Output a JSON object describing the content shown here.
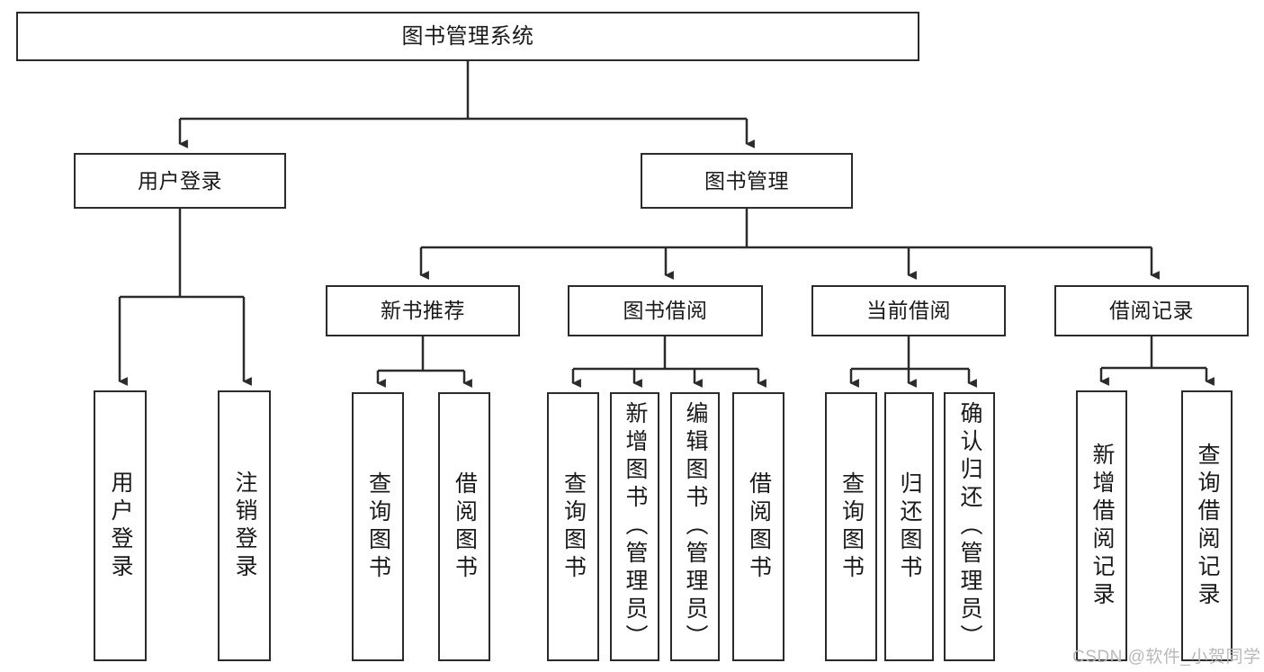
{
  "diagram": {
    "type": "tree-hierarchy-chart",
    "title": "图书管理系统",
    "root": {
      "id": "root",
      "label": "图书管理系统"
    },
    "level1": [
      {
        "id": "user-login",
        "label": "用户登录"
      },
      {
        "id": "book-manage",
        "label": "图书管理"
      }
    ],
    "level2": [
      {
        "id": "new-book-recommend",
        "label": "新书推荐",
        "parent": "book-manage"
      },
      {
        "id": "book-borrow",
        "label": "图书借阅",
        "parent": "book-manage"
      },
      {
        "id": "current-borrow",
        "label": "当前借阅",
        "parent": "book-manage"
      },
      {
        "id": "borrow-record",
        "label": "借阅记录",
        "parent": "book-manage"
      }
    ],
    "leaves": [
      {
        "id": "leaf-user-login",
        "label": "用户登录",
        "parent": "user-login"
      },
      {
        "id": "leaf-logout",
        "label": "注销登录",
        "parent": "user-login"
      },
      {
        "id": "leaf-query-book-1",
        "label": "查询图书",
        "parent": "new-book-recommend"
      },
      {
        "id": "leaf-borrow-book-1",
        "label": "借阅图书",
        "parent": "new-book-recommend"
      },
      {
        "id": "leaf-query-book-2",
        "label": "查询图书",
        "parent": "book-borrow"
      },
      {
        "id": "leaf-add-book",
        "label": "新增图书（管理员）",
        "parent": "book-borrow"
      },
      {
        "id": "leaf-edit-book",
        "label": "编辑图书（管理员）",
        "parent": "book-borrow"
      },
      {
        "id": "leaf-borrow-book-2",
        "label": "借阅图书",
        "parent": "book-borrow"
      },
      {
        "id": "leaf-query-book-3",
        "label": "查询图书",
        "parent": "current-borrow"
      },
      {
        "id": "leaf-return-book",
        "label": "归还图书",
        "parent": "current-borrow"
      },
      {
        "id": "leaf-confirm-return",
        "label": "确认归还（管理员）",
        "parent": "current-borrow"
      },
      {
        "id": "leaf-add-record",
        "label": "新增借阅记录",
        "parent": "borrow-record"
      },
      {
        "id": "leaf-query-record",
        "label": "查询借阅记录",
        "parent": "borrow-record"
      }
    ],
    "colors": {
      "stroke": "#2b2b2b",
      "fill": "#ffffff",
      "text": "#1a1a1a",
      "watermark": "#b9b9b9"
    }
  },
  "watermark": {
    "text": "CSDN @软件_小贺同学"
  }
}
